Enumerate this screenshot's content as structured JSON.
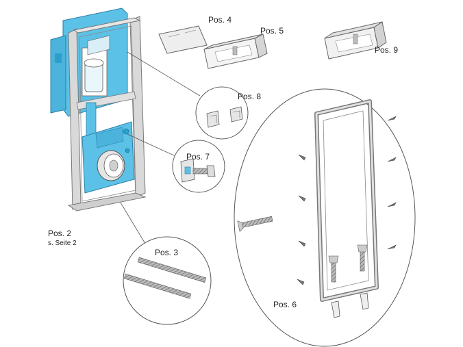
{
  "labels": {
    "pos2": "Pos. 2",
    "pos2_note": "s. Seite 2",
    "pos3": "Pos. 3",
    "pos4": "Pos. 4",
    "pos5": "Pos. 5",
    "pos6": "Pos. 6",
    "pos7": "Pos. 7",
    "pos8": "Pos. 8",
    "pos9": "Pos. 9"
  },
  "colors": {
    "frame_gray": "#d9d9d9",
    "frame_dark": "#8a8a8a",
    "module_blue": "#5cc1e6",
    "module_blue_dark": "#2a9fcc",
    "line": "#555555"
  }
}
